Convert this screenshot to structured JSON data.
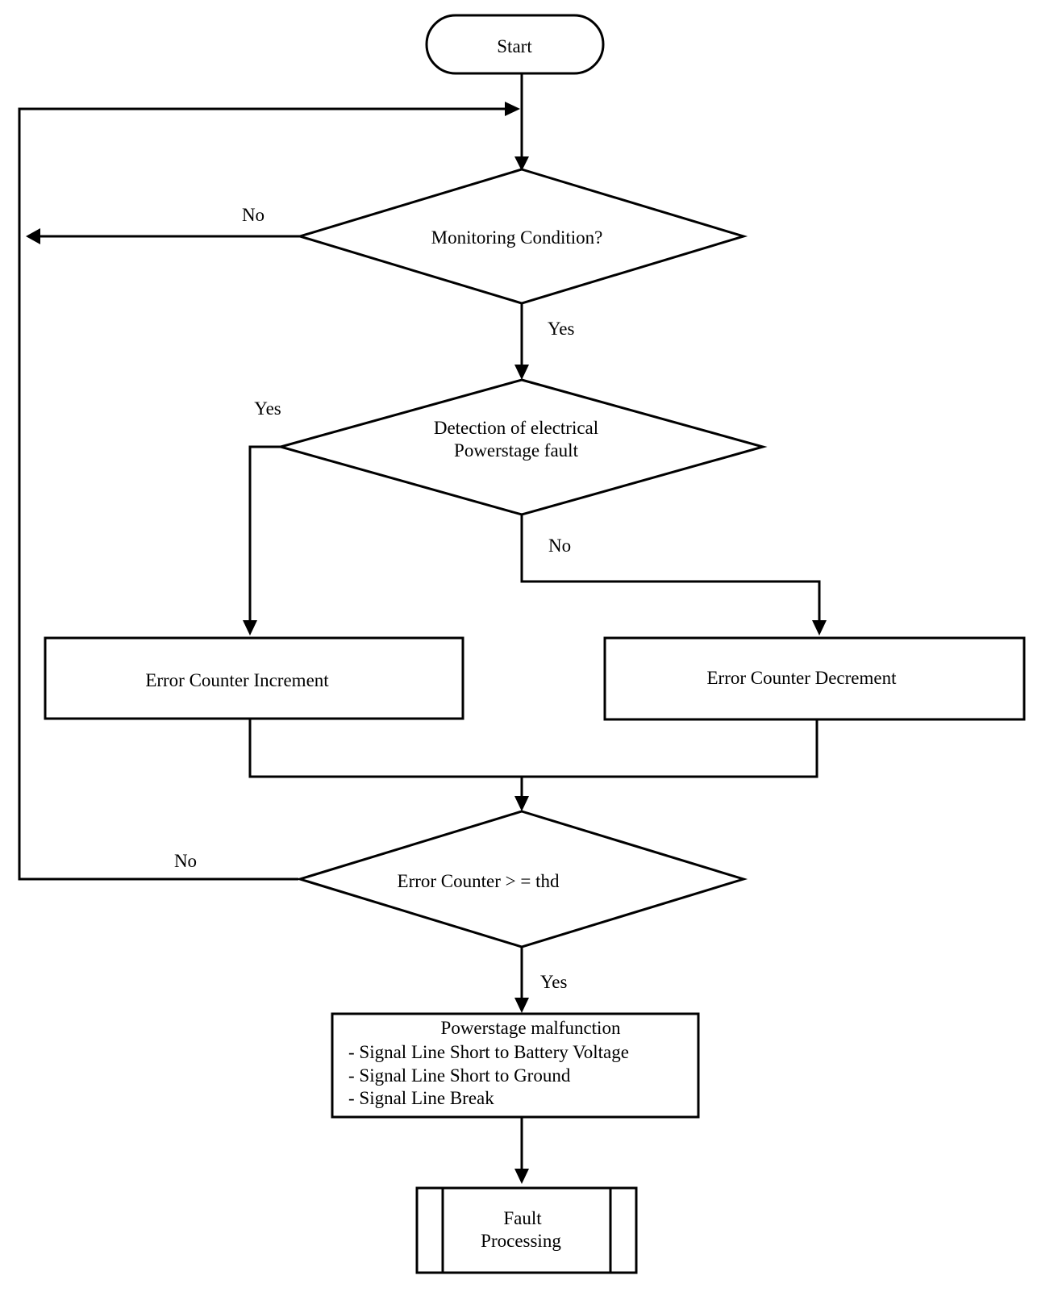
{
  "start": {
    "label": "Start"
  },
  "decision_monitoring": {
    "label": "Monitoring Condition?",
    "yes_label": "Yes",
    "no_label": "No"
  },
  "decision_detection": {
    "line1": "Detection of electrical",
    "line2": "Powerstage fault",
    "yes_label": "Yes",
    "no_label": "No"
  },
  "process_increment": {
    "label": "Error Counter Increment"
  },
  "process_decrement": {
    "label": "Error Counter Decrement"
  },
  "decision_threshold": {
    "label": "Error Counter > = thd",
    "yes_label": "Yes",
    "no_label": "No"
  },
  "malfunction": {
    "title": "Powerstage malfunction",
    "items": [
      "- Signal Line Short to Battery Voltage",
      "- Signal Line Short to Ground",
      "- Signal Line Break"
    ]
  },
  "fault_processing": {
    "line1": "Fault",
    "line2": "Processing"
  }
}
